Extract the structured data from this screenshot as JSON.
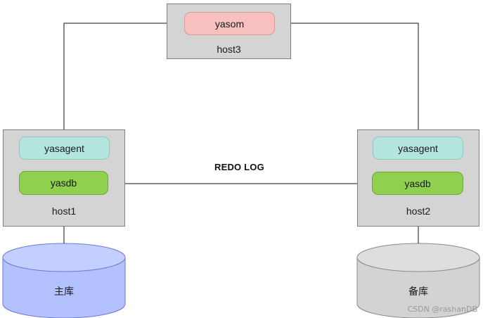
{
  "host3": {
    "label": "host3",
    "component": "yasom"
  },
  "host1": {
    "label": "host1",
    "agent": "yasagent",
    "db": "yasdb"
  },
  "host2": {
    "label": "host2",
    "agent": "yasagent",
    "db": "yasdb"
  },
  "link_label": "REDO LOG",
  "primary_db_label": "主库",
  "standby_db_label": "备库",
  "watermark": "CSDN @rashanDB",
  "colors": {
    "host_bg": "#d4d4d4",
    "agent": "#b4e5df",
    "db": "#8fd14f",
    "om": "#f9c0c0",
    "primary_cylinder": "#b3c1ff",
    "standby_cylinder": "#d3d3d3"
  }
}
